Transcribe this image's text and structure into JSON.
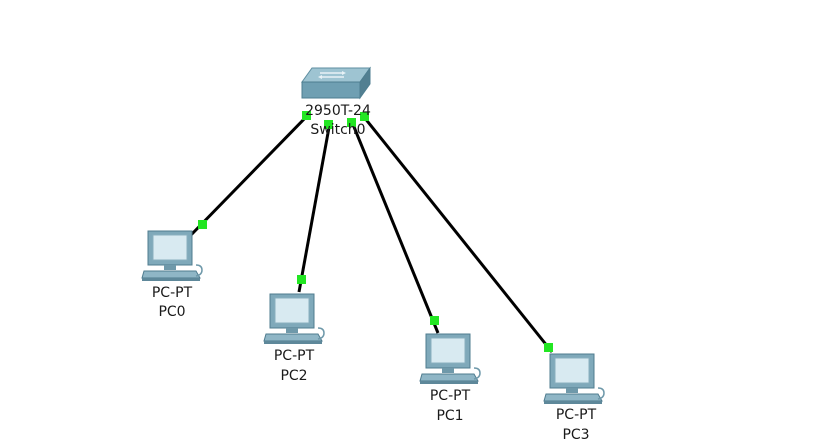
{
  "topology": {
    "switch": {
      "model": "2950T-24",
      "name": "Switch0"
    },
    "pcs": [
      {
        "model": "PC-PT",
        "name": "PC0"
      },
      {
        "model": "PC-PT",
        "name": "PC2"
      },
      {
        "model": "PC-PT",
        "name": "PC1"
      },
      {
        "model": "PC-PT",
        "name": "PC3"
      }
    ],
    "link_color": "#000000",
    "port_status_color": "#22e622"
  }
}
